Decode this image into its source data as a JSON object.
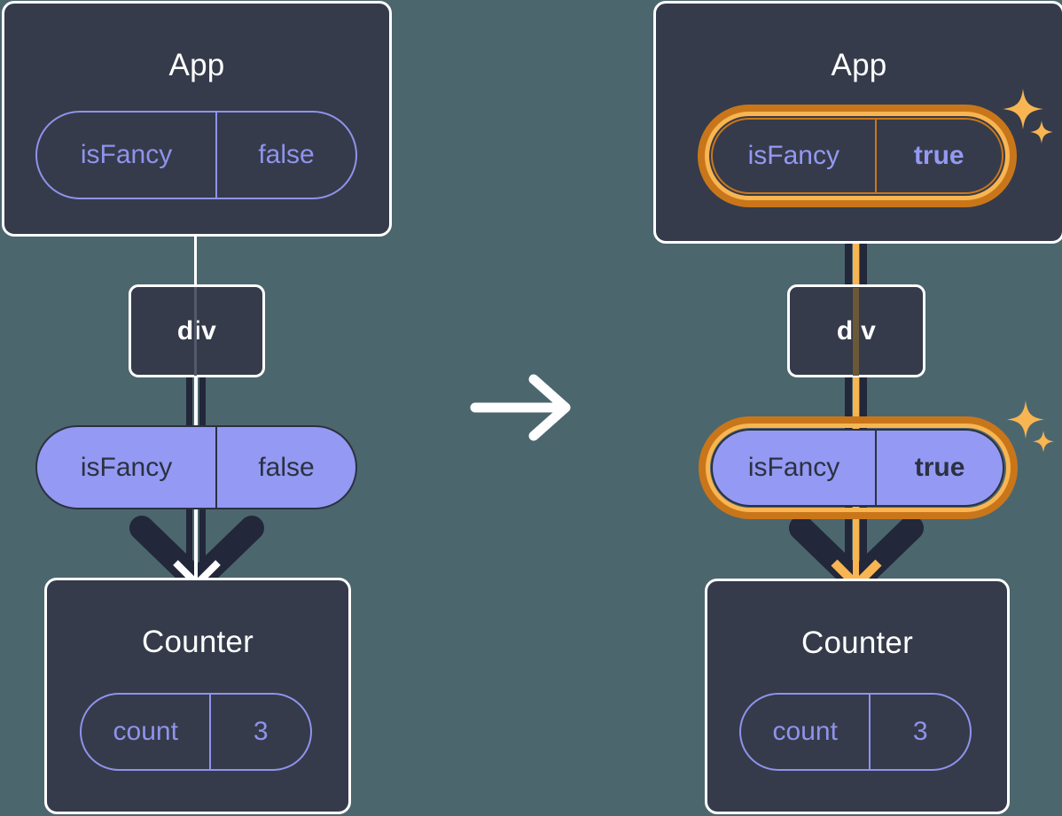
{
  "background_color": "#4c666e",
  "accent_colors": {
    "box_fill": "#353b4a",
    "box_border": "#ffffff",
    "prop_pill_stroke": "#8f93ec",
    "state_pill_fill": "#9499f3",
    "state_pill_stroke": "#2b3140",
    "highlight_outer": "#c9761a",
    "highlight_inner": "#f8b551",
    "rail_dark": "#22273a"
  },
  "transition": {
    "icon": "arrow-right-icon",
    "color": "#ffffff"
  },
  "panels": [
    {
      "id": "before",
      "app": {
        "title": "App",
        "pill": {
          "key": "isFancy",
          "value": "false",
          "highlighted": false,
          "bold_value": false
        }
      },
      "div": {
        "label": "div"
      },
      "state_pill": {
        "key": "isFancy",
        "value": "false",
        "highlighted": false,
        "bold_value": false
      },
      "counter": {
        "title": "Counter",
        "pill": {
          "key": "count",
          "value": "3",
          "highlighted": false,
          "bold_value": false
        }
      },
      "sparkles": false
    },
    {
      "id": "after",
      "app": {
        "title": "App",
        "pill": {
          "key": "isFancy",
          "value": "true",
          "highlighted": true,
          "bold_value": true
        }
      },
      "div": {
        "label": "div"
      },
      "state_pill": {
        "key": "isFancy",
        "value": "true",
        "highlighted": true,
        "bold_value": true
      },
      "counter": {
        "title": "Counter",
        "pill": {
          "key": "count",
          "value": "3",
          "highlighted": false,
          "bold_value": false
        }
      },
      "sparkles": true
    }
  ]
}
